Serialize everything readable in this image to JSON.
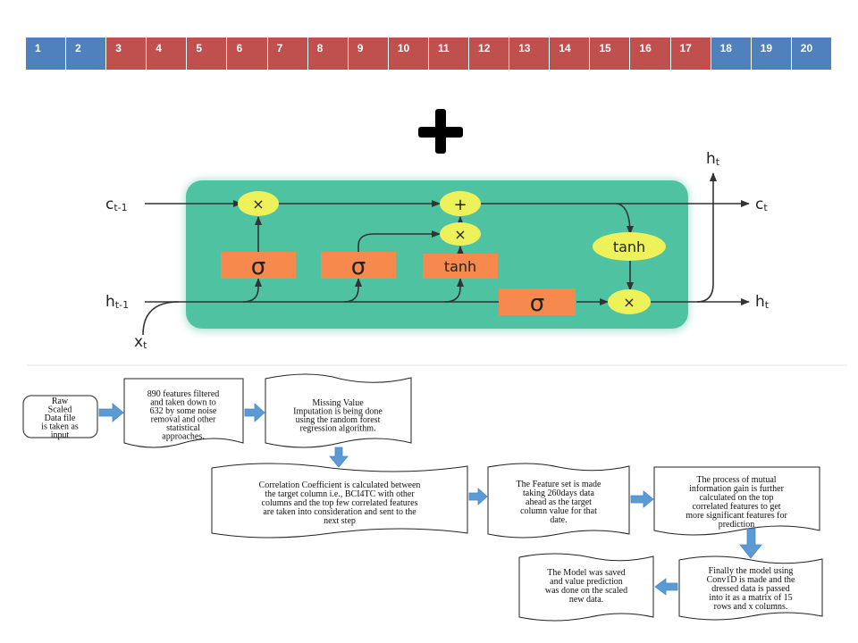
{
  "sequence": {
    "cells": [
      {
        "label": "1",
        "color": "#4f81bd"
      },
      {
        "label": "2",
        "color": "#4f81bd"
      },
      {
        "label": "3",
        "color": "#c0504d"
      },
      {
        "label": "4",
        "color": "#c0504d"
      },
      {
        "label": "5",
        "color": "#c0504d"
      },
      {
        "label": "6",
        "color": "#c0504d"
      },
      {
        "label": "7",
        "color": "#c0504d"
      },
      {
        "label": "8",
        "color": "#c0504d"
      },
      {
        "label": "9",
        "color": "#c0504d"
      },
      {
        "label": "10",
        "color": "#c0504d"
      },
      {
        "label": "11",
        "color": "#c0504d"
      },
      {
        "label": "12",
        "color": "#c0504d"
      },
      {
        "label": "13",
        "color": "#c0504d"
      },
      {
        "label": "14",
        "color": "#c0504d"
      },
      {
        "label": "15",
        "color": "#c0504d"
      },
      {
        "label": "16",
        "color": "#c0504d"
      },
      {
        "label": "17",
        "color": "#c0504d"
      },
      {
        "label": "18",
        "color": "#4f81bd"
      },
      {
        "label": "19",
        "color": "#4f81bd"
      },
      {
        "label": "20",
        "color": "#4f81bd"
      }
    ]
  },
  "plus_sign": "+",
  "lstm": {
    "colors": {
      "cell": "#4fc3a1",
      "gate": "#f5894e",
      "op": "#eef25a"
    },
    "labels": {
      "c_prev": "c",
      "c_prev_sub": "t-1",
      "c_next": "c",
      "c_next_sub": "t",
      "h_prev": "h",
      "h_prev_sub": "t-1",
      "h_next": "h",
      "h_next_sub": "t",
      "h_top": "h",
      "h_top_sub": "t",
      "x_in": "x",
      "x_in_sub": "t"
    },
    "ops": {
      "mul1": "×",
      "add": "+",
      "mul2": "×",
      "tanh_out": "tanh",
      "mul3": "×"
    },
    "gates": {
      "sigma1": "σ",
      "sigma2": "σ",
      "tanh": "tanh",
      "sigma3": "σ"
    }
  },
  "flowchart": {
    "colors": {
      "arrow": "#5b9bd5"
    },
    "steps": {
      "raw": [
        "Raw",
        "Scaled",
        "Data file",
        "is taken as",
        "input"
      ],
      "filter": [
        "890 features filtered",
        "and taken down to",
        "632 by some noise",
        "removal and other",
        "statistical",
        "approaches."
      ],
      "impute": [
        "Missing Value",
        "Imputation is being done",
        "using the random forest",
        "regression algorithm."
      ],
      "corr": [
        "Correlation Coefficient is calculated between",
        "the target column i.e., BCI4TC with other",
        "columns and the top few correlated features",
        "are taken into consideration and sent to the",
        "next step"
      ],
      "featureset": [
        "The  Feature set is made",
        "taking 260days  data",
        "ahead as the target",
        "column value for that",
        "date."
      ],
      "mutual": [
        "The  process of mutual",
        "information gain is further",
        "calculated on the top",
        "correlated features to get",
        "more significant features for",
        "prediction"
      ],
      "conv": [
        "Finally the model using",
        "Conv1D is made and the",
        "dressed data is passed",
        "into it as a matrix of 15",
        "rows and x columns."
      ],
      "saved": [
        "The Model was saved",
        "and value prediction",
        "was done on the scaled",
        "new data."
      ]
    }
  }
}
